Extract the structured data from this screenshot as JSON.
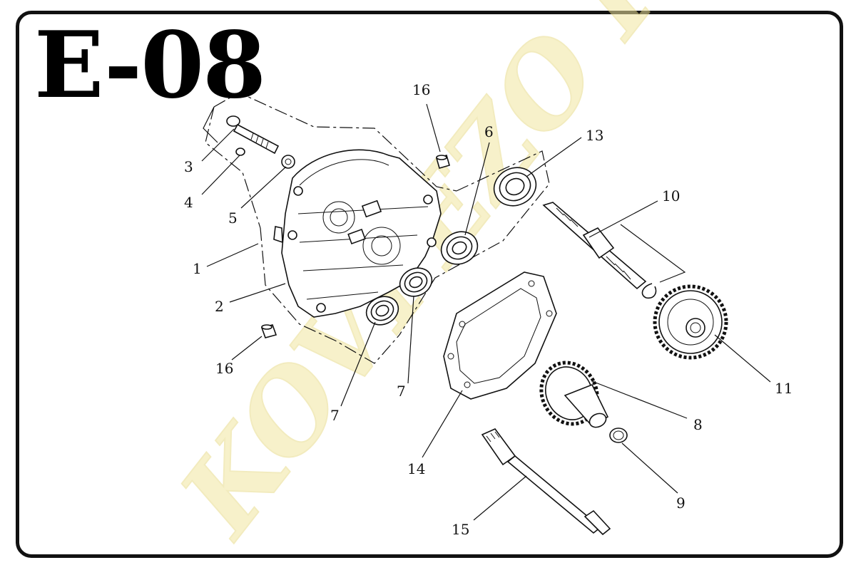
{
  "title": "E-08",
  "watermark": {
    "text": "KOVPEZO KFT.",
    "color": "#f3eaa6"
  },
  "callouts": [
    "1",
    "2",
    "3",
    "4",
    "5",
    "6",
    "7",
    "7",
    "8",
    "9",
    "10",
    "11",
    "13",
    "14",
    "15",
    "16",
    "16"
  ]
}
